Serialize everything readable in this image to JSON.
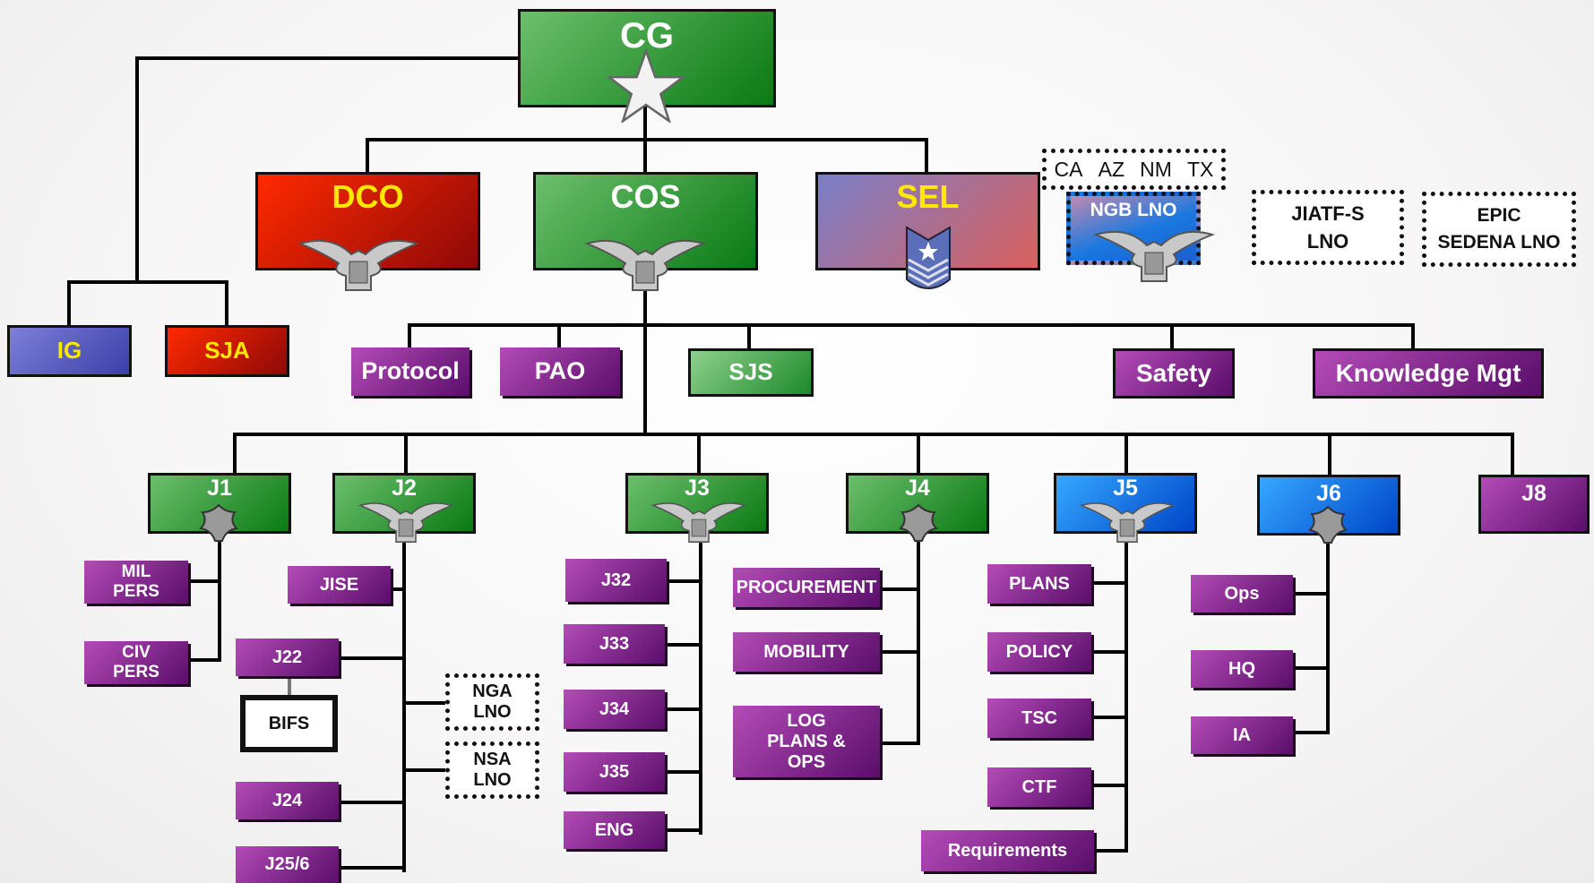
{
  "top": {
    "cg": "CG",
    "dco": "DCO",
    "cos": "COS",
    "sel": "SEL",
    "ig": "IG",
    "sja": "SJA"
  },
  "liaison": {
    "states": [
      "CA",
      "AZ",
      "NM",
      "TX"
    ],
    "ngb_lno": "NGB LNO",
    "jiatf": [
      "JIATF-S",
      "LNO"
    ],
    "epic": [
      "EPIC",
      "SEDENA LNO"
    ]
  },
  "special_staff": {
    "protocol": "Protocol",
    "pao": "PAO",
    "sjs": "SJS",
    "safety": "Safety",
    "km": "Knowledge Mgt"
  },
  "directorates": {
    "j1": "J1",
    "j2": "J2",
    "j3": "J3",
    "j4": "J4",
    "j5": "J5",
    "j6": "J6",
    "j8": "J8"
  },
  "j1_sub": {
    "mil": [
      "MIL",
      "PERS"
    ],
    "civ": [
      "CIV",
      "PERS"
    ]
  },
  "j2_sub": {
    "jise": "JISE",
    "j22": "J22",
    "bifs": "BIFS",
    "j24": "J24",
    "j256": "J25/6",
    "nga": [
      "NGA",
      "LNO"
    ],
    "nsa": [
      "NSA",
      "LNO"
    ]
  },
  "j3_sub": [
    "J32",
    "J33",
    "J34",
    "J35",
    "ENG"
  ],
  "j4_sub": {
    "procurement": "PROCUREMENT",
    "mobility": "MOBILITY",
    "log": [
      "LOG",
      "PLANS &",
      "OPS"
    ]
  },
  "j5_sub": [
    "PLANS",
    "POLICY",
    "TSC",
    "CTF",
    "Requirements"
  ],
  "j6_sub": [
    "Ops",
    "HQ",
    "IA"
  ],
  "colors": {
    "green": "#0a7a14",
    "red": "#d01000",
    "purple": "#7a1e86",
    "blue": "#1470e8",
    "yellow": "#ffe800"
  }
}
